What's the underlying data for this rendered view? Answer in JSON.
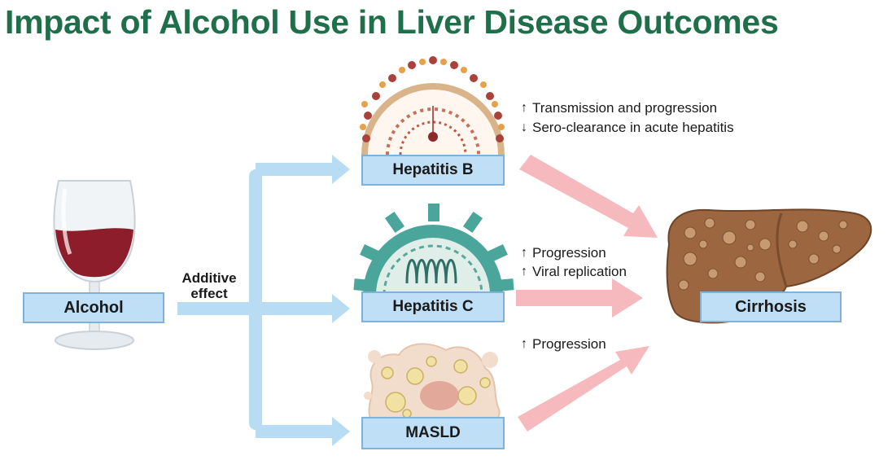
{
  "title": "Impact of Alcohol Use in Liver Disease Outcomes",
  "nodes": {
    "alcohol": "Alcohol",
    "hepatitis_b": "Hepatitis B",
    "hepatitis_c": "Hepatitis C",
    "masld": "MASLD",
    "cirrhosis": "Cirrhosis"
  },
  "connector_label": {
    "line1": "Additive",
    "line2": "effect"
  },
  "effects": {
    "hepatitis_b": [
      {
        "direction": "up",
        "glyph": "↑",
        "text": "Transmission and progression"
      },
      {
        "direction": "down",
        "glyph": "↓",
        "text": "Sero-clearance in acute hepatitis"
      }
    ],
    "hepatitis_c": [
      {
        "direction": "up",
        "glyph": "↑",
        "text": "Progression"
      },
      {
        "direction": "up",
        "glyph": "↑",
        "text": "Viral replication"
      }
    ],
    "masld": [
      {
        "direction": "up",
        "glyph": "↑",
        "text": "Progression"
      }
    ]
  },
  "icons": {
    "alcohol": "wine-glass-icon",
    "hepatitis_b": "hepatitis-b-virus-icon",
    "hepatitis_c": "hepatitis-c-virus-icon",
    "masld": "fatty-liver-tissue-icon",
    "cirrhosis": "cirrhotic-liver-icon"
  },
  "colors": {
    "title": "#1f6f4a",
    "box_fill": "#bfdff6",
    "box_border": "#7fb2d8",
    "connector": "#b9dcf5",
    "outcome_arrow": "#f6b9bd"
  }
}
